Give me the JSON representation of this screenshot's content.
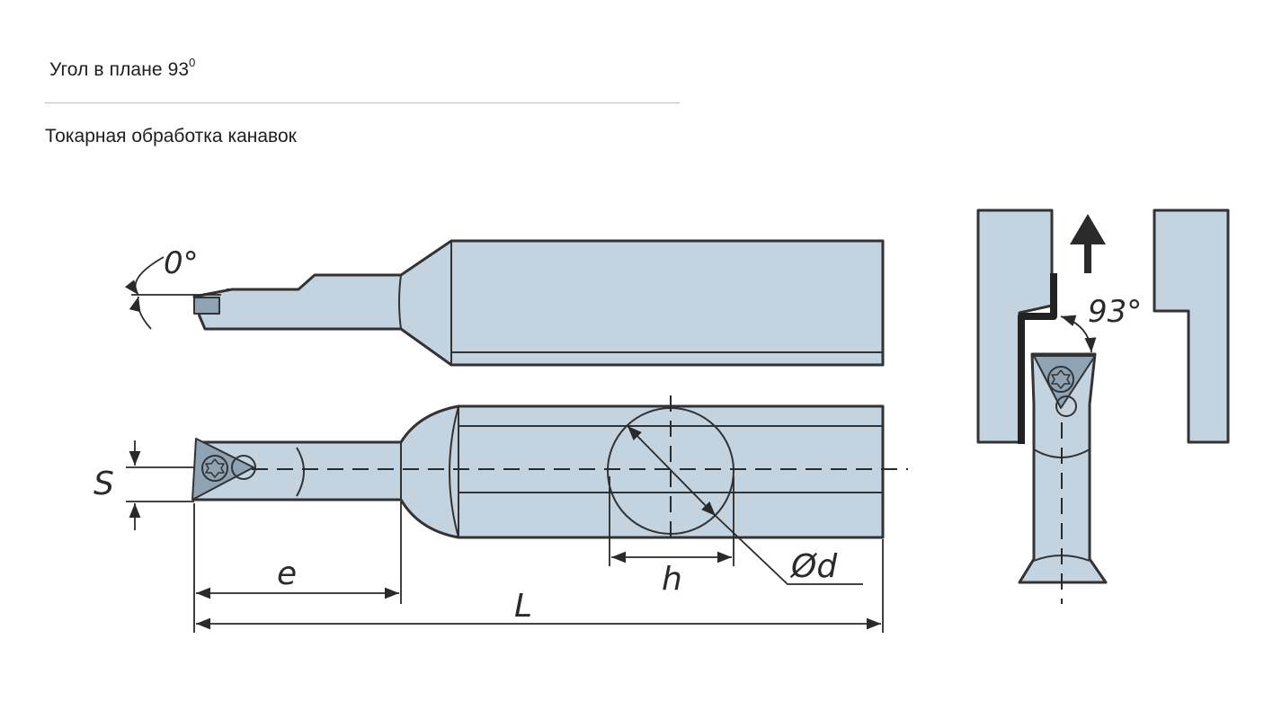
{
  "header": {
    "title": "Угол в плане 93",
    "title_sup": "0",
    "subtitle": "Токарная обработка канавок"
  },
  "diagram": {
    "labels": {
      "angle_top": "0°",
      "angle_plan": "93°",
      "dim_s": "S",
      "dim_e": "e",
      "dim_h": "h",
      "dim_l": "L",
      "dim_d": "Ød"
    },
    "colors": {
      "body": "#c3d3e0",
      "insert": "#8ea3b4",
      "stroke": "#333333",
      "background": "#ffffff"
    }
  }
}
